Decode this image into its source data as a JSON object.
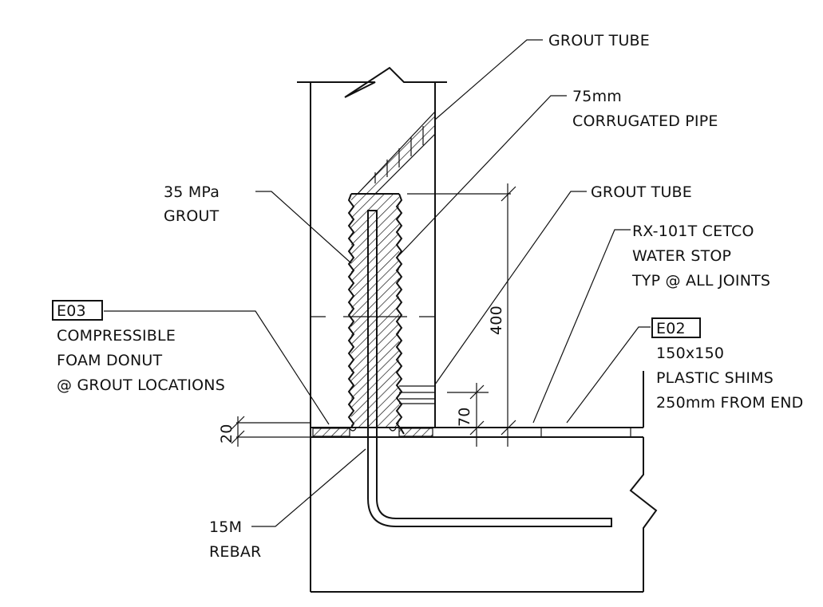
{
  "labels": {
    "grout_tube_top": "GROUT TUBE",
    "pipe_size": "75mm",
    "pipe_type": "CORRUGATED PIPE",
    "grout_strength": "35 MPa",
    "grout_word": "GROUT",
    "grout_tube_mid": "GROUT TUBE",
    "waterstop_line1": "RX-101T CETCO",
    "waterstop_line2": "WATER STOP",
    "waterstop_line3": "TYP @ ALL JOINTS",
    "e03_tag": "E03",
    "foam_line1": "COMPRESSIBLE",
    "foam_line2": "FOAM DONUT",
    "foam_line3": "@ GROUT LOCATIONS",
    "e02_tag": "E02",
    "shim_line1": "150x150",
    "shim_line2": "PLASTIC SHIMS",
    "shim_line3": "250mm FROM END",
    "rebar_size": "15M",
    "rebar_word": "REBAR"
  },
  "dimensions": {
    "pipe_length": "400",
    "tube_height": "70",
    "joint_gap": "20"
  },
  "colors": {
    "ink": "#111111",
    "paper": "#ffffff"
  }
}
